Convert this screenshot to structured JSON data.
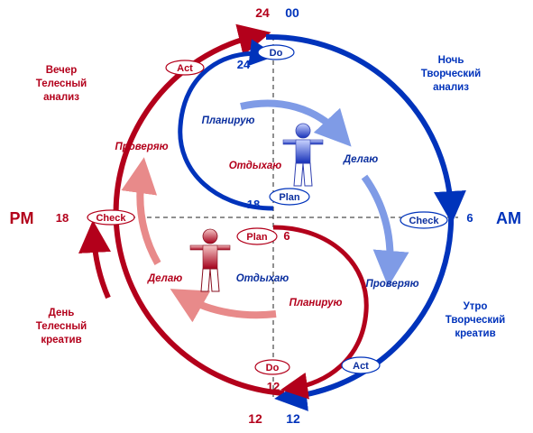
{
  "colors": {
    "red": "#b3001b",
    "blue": "#0033bb",
    "light_red": "#e88a8a",
    "light_blue": "#7f9be6",
    "tag_red_text": "#b3001b",
    "tag_blue_text": "#0b2f9f"
  },
  "clock": {
    "top_red": "24",
    "top_blue": "00",
    "bottom_red": "12",
    "bottom_blue": "12",
    "left_pm": "PM",
    "left_num": "18",
    "right_am": "AM",
    "right_num": "6",
    "inner_24": "24",
    "inner_18": "18",
    "inner_6": "6",
    "inner_12": "12"
  },
  "quadrants": {
    "evening": [
      "Вечер",
      "Телесный",
      "анализ"
    ],
    "night": [
      "Ночь",
      "Творческий",
      "анализ"
    ],
    "day": [
      "День",
      "Телесный",
      "креатив"
    ],
    "morning": [
      "Утро",
      "Творческий",
      "креатив"
    ]
  },
  "tags": {
    "act_top": "Act",
    "do_top": "Do",
    "plan_blue": "Plan",
    "check_left": "Check",
    "plan_red": "Plan",
    "check_right": "Check",
    "do_bottom": "Do",
    "act_bottom": "Act"
  },
  "labels": {
    "blue_plan": "Планирую",
    "blue_rest": "Отдыхаю",
    "blue_do": "Делаю",
    "blue_check": "Проверяю",
    "red_check": "Проверяю",
    "red_do": "Делаю",
    "red_rest": "Отдыхаю",
    "red_plan": "Планирую"
  },
  "icons": {
    "blue_person": "person-arms-out-icon",
    "red_person": "person-arms-out-icon"
  }
}
